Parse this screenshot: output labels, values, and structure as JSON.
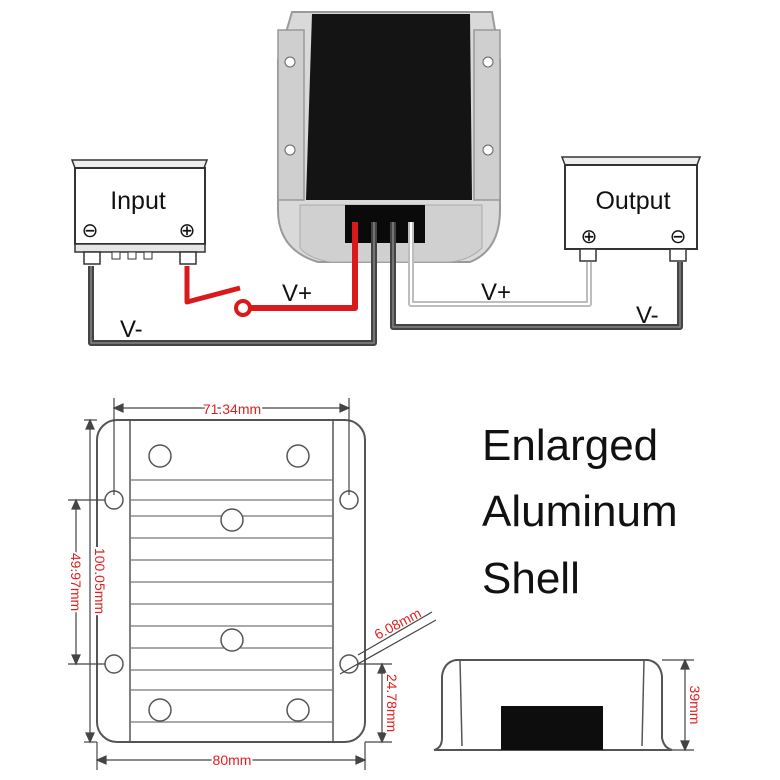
{
  "wiring": {
    "input_label": "Input",
    "output_label": "Output",
    "input_neg_symbol": "⊖",
    "input_pos_symbol": "⊕",
    "output_pos_symbol": "⊕",
    "output_neg_symbol": "⊖",
    "vplus_left": "V+",
    "vplus_right": "V+",
    "vminus_left": "V-",
    "vminus_right": "V-"
  },
  "dimensions": {
    "width_inner": "71.34mm",
    "width_outer": "80mm",
    "height_outer": "100.05mm",
    "height_hole_span": "49.97mm",
    "hole_diameter": "6.08mm",
    "hole_offset": "24.78mm",
    "side_height": "39mm"
  },
  "headline": {
    "line1": "Enlarged",
    "line2": "Aluminum",
    "line3": "Shell"
  },
  "colors": {
    "positive_wire": "#d9191c",
    "negative_wire": "#222222",
    "output_positive_wire": "#bdbdbd",
    "dimension_text": "#e0201f",
    "body": "#1a1a1a",
    "shell": "#d6d6d6"
  }
}
